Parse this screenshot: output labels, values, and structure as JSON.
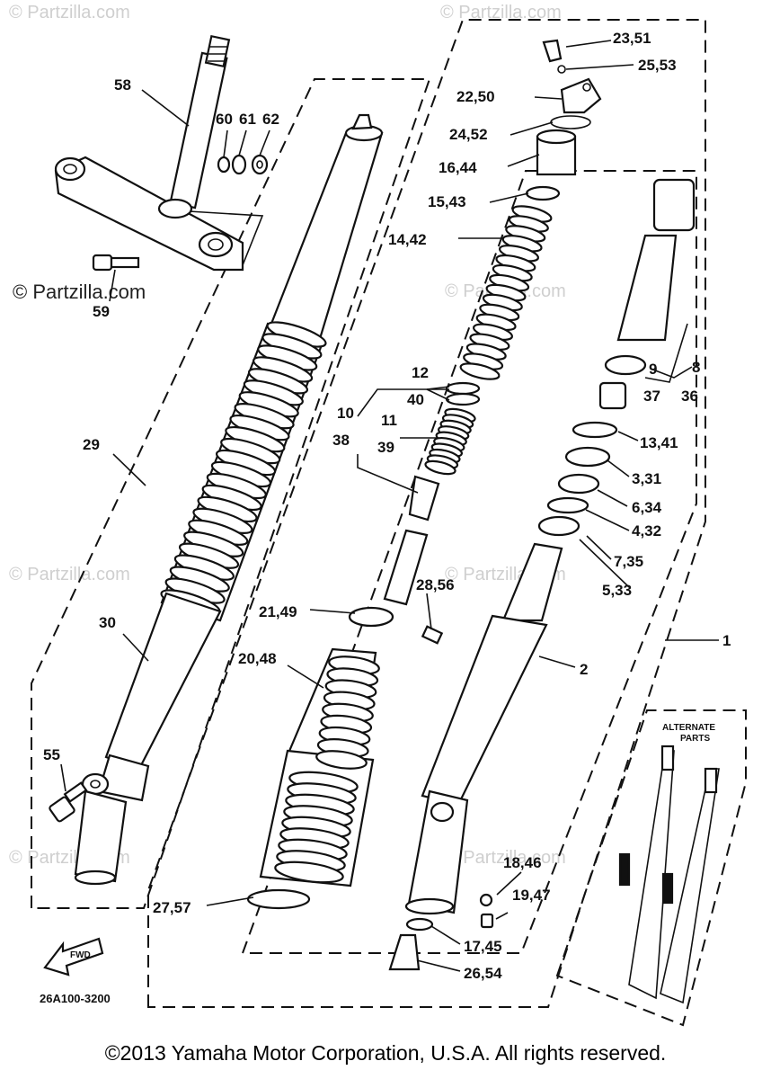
{
  "watermarks": {
    "faint": "© Partzilla.com",
    "prominent": "© Partzilla.com"
  },
  "callouts": {
    "c58": "58",
    "c60": "60",
    "c61": "61",
    "c62": "62",
    "c59": "59",
    "c29": "29",
    "c30": "30",
    "c55": "55",
    "c23_51": "23,51",
    "c25_53": "25,53",
    "c22_50": "22,50",
    "c24_52": "24,52",
    "c16_44": "16,44",
    "c15_43": "15,43",
    "c14_42": "14,42",
    "c12": "12",
    "c40": "40",
    "c10": "10",
    "c38": "38",
    "c11": "11",
    "c39": "39",
    "c28_56": "28,56",
    "c21_49": "21,49",
    "c20_48": "20,48",
    "c27_57": "27,57",
    "c8": "8",
    "c9": "9",
    "c37": "37",
    "c36": "36",
    "c13_41": "13,41",
    "c3_31": "3,31",
    "c6_34": "6,34",
    "c4_32": "4,32",
    "c7_35": "7,35",
    "c5_33": "5,33",
    "c1": "1",
    "c2": "2",
    "c18_46": "18,46",
    "c19_47": "19,47",
    "c17_45": "17,45",
    "c26_54": "26,54"
  },
  "alternate_parts_line1": "ALTERNATE",
  "alternate_parts_line2": "PARTS",
  "fwd_label": "FWD",
  "diagram_code": "26A100-3200",
  "copyright": "©2013 Yamaha Motor Corporation, U.S.A. All rights reserved."
}
